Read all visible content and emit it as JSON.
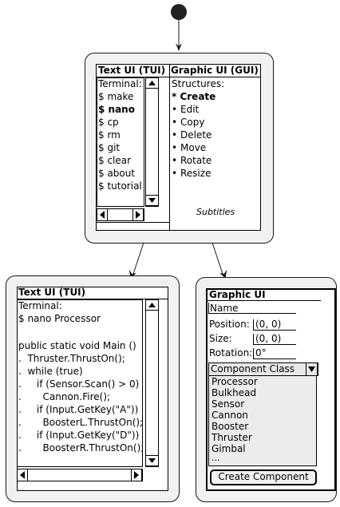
{
  "top": {
    "left_title": "Text UI (TUI)",
    "right_title": "Graphic UI (GUI)",
    "terminal_lines": [
      "Terminal:",
      "$ make",
      "$ nano",
      "$ cp",
      "$ rm",
      "$ git",
      "$ clear",
      "$ about",
      "$ tutorial"
    ],
    "gui_lines": [
      "Structures:",
      "* Create",
      "Edit",
      "Copy",
      "Delete",
      "Move",
      "Rotate",
      "Resize"
    ],
    "bullet": "•",
    "subtitle": "Subtitles"
  },
  "left": {
    "title": "Text UI (TUI)",
    "lines": [
      "Terminal:",
      "$ nano Processor",
      "",
      "public static void Main ()",
      ".  Thruster.ThrustOn();",
      ".  while (true)",
      ".     if (Sensor.Scan() > 0)",
      ".       Cannon.Fire();",
      ".     if (Input.GetKey(\"A\"))",
      ".       BoosterL.ThrustOn();",
      ".     if (Input.GetKey(\"D\"))",
      ".       BoosterR.ThrustOn();"
    ]
  },
  "right": {
    "title": "Graphic UI",
    "name_value": "Name",
    "position_label": "Position:",
    "position_value": "(0, 0)",
    "size_label": "Size:",
    "size_value": "(0, 0)",
    "rotation_label": "Rotation:",
    "rotation_value": "0°",
    "dropdown_label": "Component Class",
    "options": [
      "Processor",
      "Bulkhead",
      "Sensor",
      "Cannon",
      "Booster",
      "Thruster",
      "Gimbal",
      "..."
    ],
    "create_button": "Create Component"
  }
}
